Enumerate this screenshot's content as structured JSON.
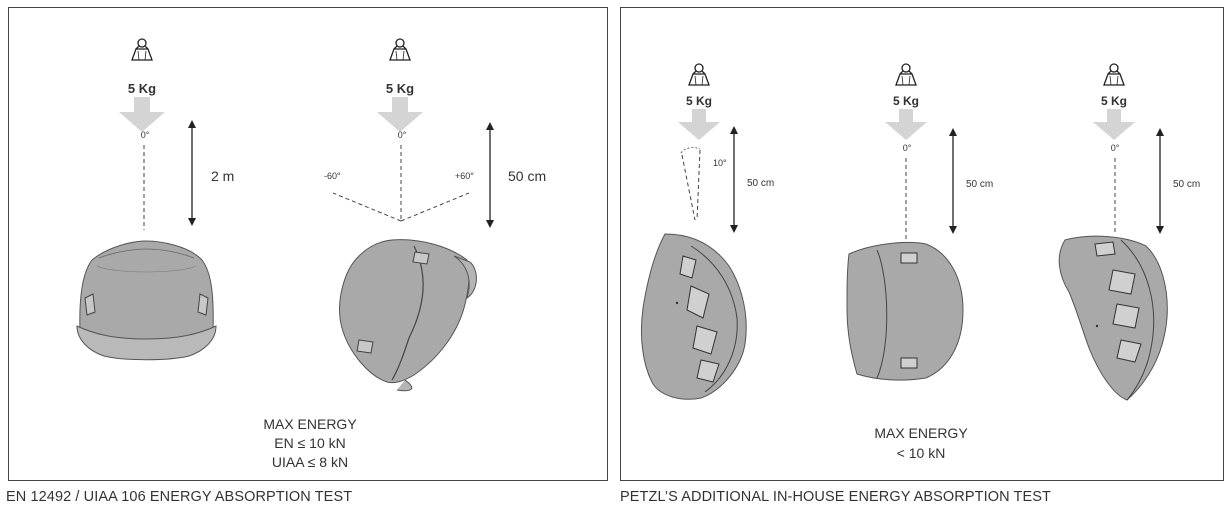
{
  "left_test": {
    "caption": "EN 12492 / UIAA 106 ENERGY ABSORPTION TEST",
    "weight_1": "5 Kg",
    "weight_2": "5 Kg",
    "angle_center_1": "0°",
    "angle_center_2": "0°",
    "angle_neg": "-60°",
    "angle_pos": "+60°",
    "height_1": "2 m",
    "height_2": "50 cm",
    "energy_title": "MAX ENERGY",
    "energy_en": "EN ≤ 10 kN",
    "energy_uiaa": "UIAA ≤ 8 kN"
  },
  "right_test": {
    "caption": "PETZL’S ADDITIONAL IN-HOUSE ENERGY ABSORPTION TEST",
    "weight_1": "5 Kg",
    "weight_2": "5 Kg",
    "weight_3": "5 Kg",
    "angle_1": "10°",
    "angle_2": "0°",
    "angle_3": "0°",
    "height_1": "50 cm",
    "height_2": "50 cm",
    "height_3": "50 cm",
    "energy_title": "MAX ENERGY",
    "energy_value": "< 10 kN"
  },
  "colors": {
    "helmet_fill": "#a9a9a9",
    "helmet_dark": "#8a8a8a",
    "arrow_fill": "#d4d4d4",
    "line": "#222222"
  }
}
